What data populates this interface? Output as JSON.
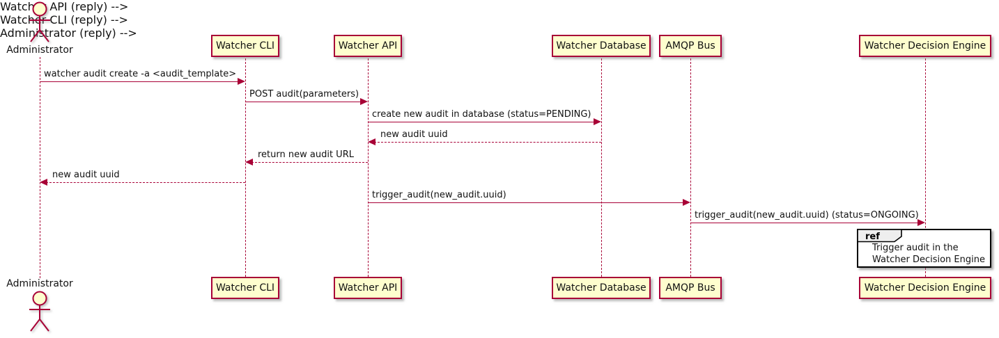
{
  "diagram_type": "sequence",
  "colors": {
    "participant_fill": "#FEFECE",
    "participant_border": "#A80036",
    "line_color": "#A80036",
    "text_color": "#111111",
    "ref_border": "#000000",
    "ref_header_fill": "#EEEEEE",
    "background": "#FFFFFF"
  },
  "actor": {
    "name": "Administrator"
  },
  "participants": [
    {
      "name": "Watcher CLI"
    },
    {
      "name": "Watcher API"
    },
    {
      "name": "Watcher Database"
    },
    {
      "name": "AMQP Bus"
    },
    {
      "name": "Watcher Decision Engine"
    }
  ],
  "messages": [
    {
      "from": "Administrator",
      "to": "Watcher CLI",
      "text": "watcher audit create -a <audit_template>",
      "line": "solid"
    },
    {
      "from": "Watcher CLI",
      "to": "Watcher API",
      "text": "POST audit(parameters)",
      "line": "solid"
    },
    {
      "from": "Watcher API",
      "to": "Watcher Database",
      "text": "create new audit in database (status=PENDING)",
      "line": "solid"
    },
    {
      "from": "Watcher Database",
      "to": "Watcher API",
      "text": "new audit uuid",
      "line": "dashed"
    },
    {
      "from": "Watcher API",
      "to": "Watcher CLI",
      "text": "return new audit URL",
      "line": "dashed"
    },
    {
      "from": "Watcher CLI",
      "to": "Administrator",
      "text": "new audit uuid",
      "line": "dashed"
    },
    {
      "from": "Watcher API",
      "to": "AMQP Bus",
      "text": "trigger_audit(new_audit.uuid)",
      "line": "solid"
    },
    {
      "from": "AMQP Bus",
      "to": "Watcher Decision Engine",
      "text": "trigger_audit(new_audit.uuid) (status=ONGOING)",
      "line": "solid"
    }
  ],
  "ref": {
    "keyword": "ref",
    "line1": "Trigger audit in the",
    "line2": "Watcher Decision Engine"
  }
}
